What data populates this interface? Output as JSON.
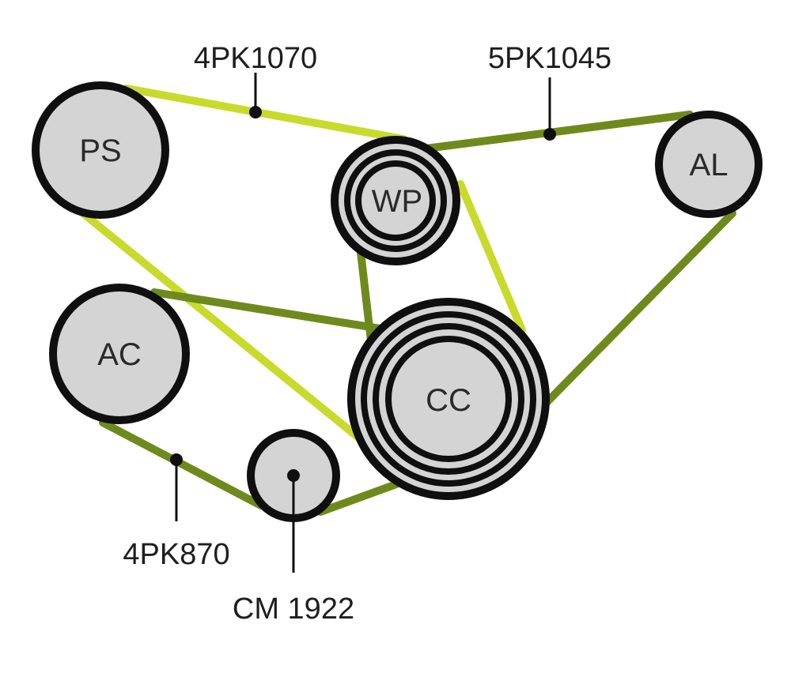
{
  "diagram": {
    "colors": {
      "belt_light": "#c8db2c",
      "belt_dark": "#6f8a1c",
      "pulley_fill": "#d4d4d4",
      "pulley_stroke": "#0f0f0f",
      "background": "#ffffff"
    },
    "pulleys": {
      "ps": "PS",
      "wp": "WP",
      "al": "AL",
      "ac": "AC",
      "cc": "CC"
    },
    "belts": {
      "belt_4pk1070": "4PK1070",
      "belt_5pk1045": "5PK1045",
      "belt_4pk870": "4PK870"
    },
    "idler": "CM 1922"
  }
}
